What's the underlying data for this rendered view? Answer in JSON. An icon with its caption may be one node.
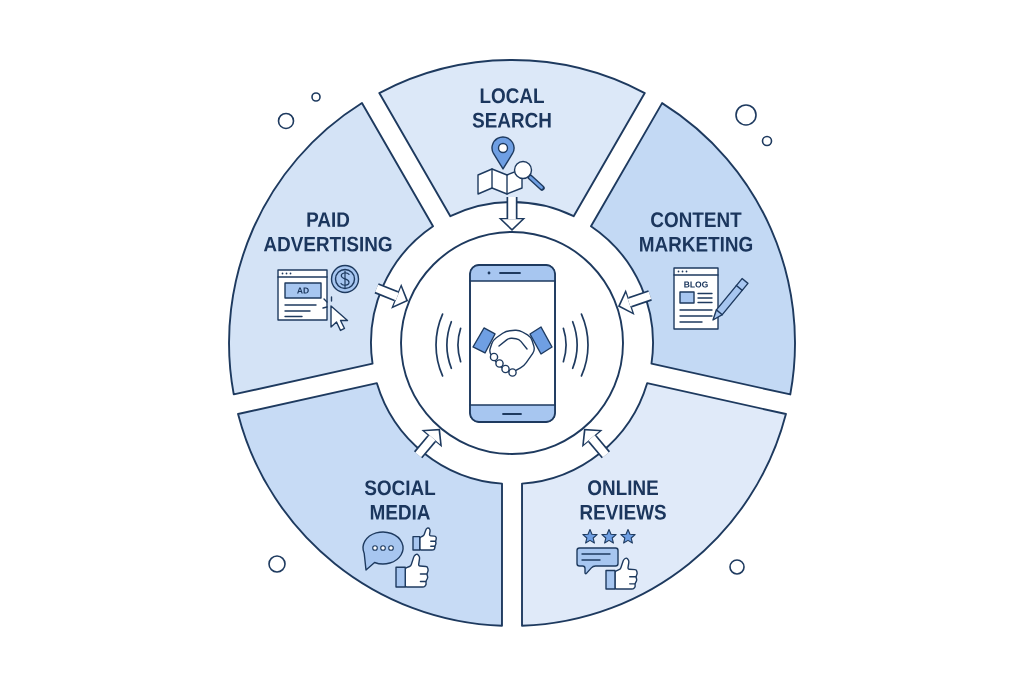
{
  "diagram": {
    "nodes": [
      {
        "text": [
          "LOCAL SEARCH"
        ]
      },
      {
        "text": [
          "PAID ADVERTISING"
        ]
      },
      {
        "text": [
          "CONTENT MARKETING"
        ]
      },
      {
        "text": [],
        "shape": "circle"
      },
      {
        "text": [
          "SOCIAL MEDIA"
        ]
      },
      {
        "text": [
          "ONLINE REVIEWS"
        ]
      }
    ],
    "edges": [
      {
        "from": 0,
        "to": 3,
        "arrow": "to"
      },
      {
        "from": 1,
        "to": 3,
        "arrow": "to"
      },
      {
        "from": 2,
        "to": 3,
        "arrow": "to"
      },
      {
        "from": 4,
        "to": 3,
        "arrow": "to"
      },
      {
        "from": 5,
        "to": 3,
        "arrow": "to"
      }
    ],
    "labels": [
      "AD",
      "BLOG"
    ]
  }
}
